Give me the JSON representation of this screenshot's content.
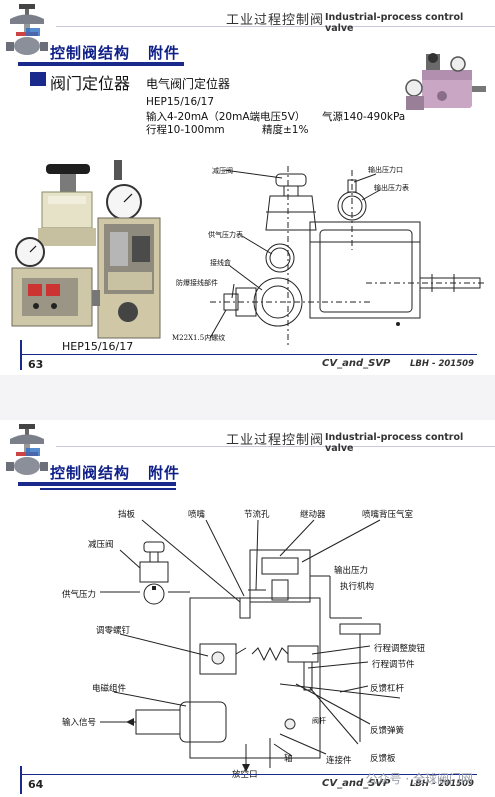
{
  "slide1": {
    "header_cn": "工业过程控制阀",
    "header_en": "Industrial-process control valve",
    "section_title_a": "控制阀结构",
    "section_title_b": "附件",
    "subtitle": "阀门定位器",
    "subtitle2": "电气阀门定位器",
    "spec_model": "HEP15/16/17",
    "spec_input": "输入4-20mA（20mA端电压5V）",
    "spec_air": "气源140-490kPa",
    "spec_stroke": "行程10-100mm",
    "spec_accuracy": "精度±1%",
    "photo_caption": "HEP15/16/17",
    "diagram_labels": {
      "reducer": "减压阀",
      "out_port": "输出压力口",
      "out_gauge": "输出压力表",
      "supply_gauge": "供气压力表",
      "junction_box": "接线盒",
      "explosion_proof": "防爆接线部件",
      "thread": "M22X1.5内螺纹"
    },
    "page_number": "63",
    "footer_a": "CV_and_SVP",
    "footer_b": "LBH - 201509"
  },
  "slide2": {
    "header_cn": "工业过程控制阀",
    "header_en": "Industrial-process control valve",
    "section_title_a": "控制阀结构",
    "section_title_b": "附件",
    "labels": {
      "baffle": "挡板",
      "nozzle": "喷嘴",
      "orifice": "节流孔",
      "relay": "继动器",
      "back_pressure": "喷嘴背压气室",
      "reducer": "减压阀",
      "supply": "供气压力",
      "output": "输出压力",
      "actuator": "执行机构",
      "zero_screw": "调零螺钉",
      "stroke_knob": "行程调整旋钮",
      "stroke_adjust": "行程调节件",
      "coil": "电磁组件",
      "feedback_lever": "反馈杠杆",
      "input_signal": "输入信号",
      "stem": "阀杆",
      "feedback_spring": "反馈弹簧",
      "shaft": "轴",
      "connector": "连接件",
      "feedback_plate": "反馈板",
      "exhaust": "放空口"
    },
    "page_number": "64",
    "footer_a": "CV_and_SVP",
    "footer_b": "LBH - 201509"
  },
  "watermark": "公众号 · 全球阀门网",
  "colors": {
    "navy": "#1a2a8c",
    "title_blue": "#0e1f88"
  }
}
